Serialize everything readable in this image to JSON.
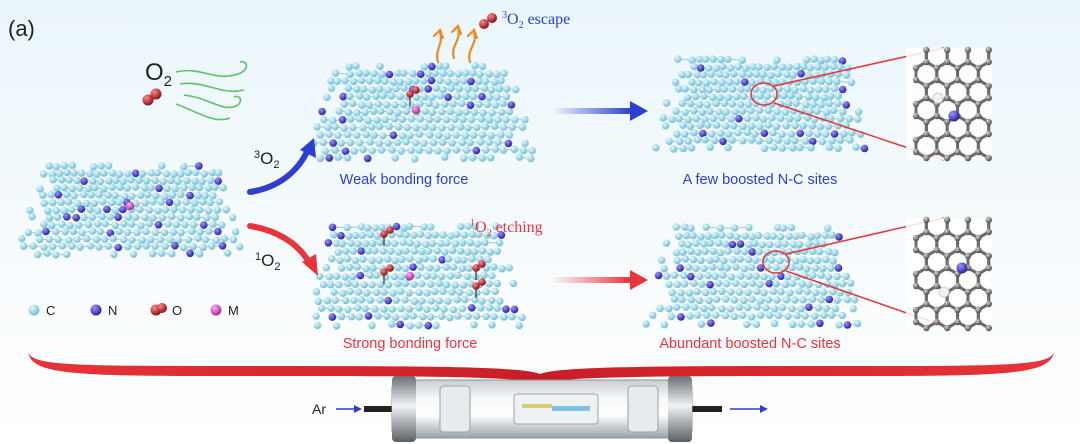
{
  "panel_label": "(a)",
  "gas_label": {
    "base": "O",
    "sub": "2"
  },
  "escape_label": {
    "sup": "3",
    "base": "O",
    "sub": "2",
    "rest": " escape"
  },
  "etching_label": {
    "sup": "1",
    "base": "O",
    "sub": "2",
    "rest": " etching"
  },
  "triplet_path": {
    "sup": "3",
    "base": "O",
    "sub": "2"
  },
  "singlet_path": {
    "sup": "1",
    "base": "O",
    "sub": "2"
  },
  "weak_caption": "Weak bonding force",
  "strong_caption": "Strong bonding force",
  "few_caption": "A few boosted N-C sites",
  "abundant_caption": "Abundant boosted N-C sites",
  "legend": [
    {
      "label": "C",
      "color": "#8fd6e8"
    },
    {
      "label": "N",
      "color": "#4a41c8"
    },
    {
      "label": "O",
      "color": "#c0262d"
    },
    {
      "label": "M",
      "color": "#d94fc4"
    }
  ],
  "flow_in_label": "Ar",
  "colors": {
    "triplet_blue": "#2b3fd1",
    "singlet_red": "#e8343b",
    "carbon": "#8fd6e8",
    "nitrogen": "#4a41c8",
    "oxygen": "#c0262d",
    "metal": "#d94fc4",
    "escape_orange": "#f08a1e",
    "wind_green": "#5cc26a"
  }
}
